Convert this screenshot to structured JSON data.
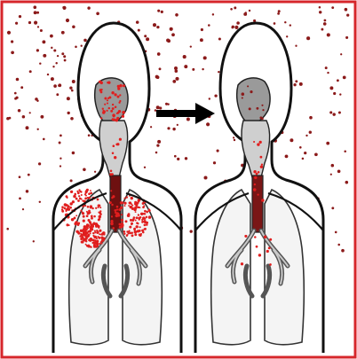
{
  "illustration": {
    "panels": [
      {
        "id": "left",
        "description_icon": "body-silhouette-with-red-particles-in-lungs"
      },
      {
        "id": "right",
        "description_icon": "body-silhouette-with-particles-in-airways"
      }
    ],
    "arrow_icon": "arrow-right-icon",
    "colors": {
      "border": "#d6262b",
      "outline": "#111111",
      "particle": "#8b1a1a",
      "lung_particle": "#e01e1e",
      "nasal_fill": "#9a9a9a",
      "tissue_fill": "#d8d8d8",
      "background": "#ffffff"
    }
  }
}
